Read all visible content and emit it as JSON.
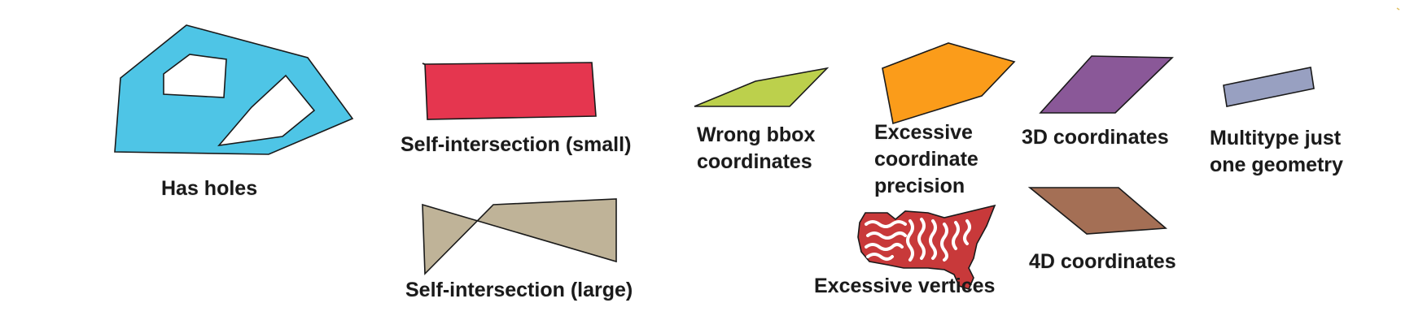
{
  "labels": {
    "has_holes": "Has holes",
    "self_intersection_small": "Self-intersection (small)",
    "self_intersection_large": "Self-intersection (large)",
    "wrong_bbox_line1": "Wrong bbox",
    "wrong_bbox_line2": "coordinates",
    "excessive_precision_line1": "Excessive",
    "excessive_precision_line2": "coordinate",
    "excessive_precision_line3": "precision",
    "excessive_vertices": "Excessive vertices",
    "coords_3d": "3D coordinates",
    "coords_4d": "4D coordinates",
    "multitype_line1": "Multitype just",
    "multitype_line2": "one geometry"
  },
  "colors": {
    "has_holes": "#4ec5e6",
    "self_intersection_small": "#e5364f",
    "self_intersection_large": "#bfb398",
    "wrong_bbox": "#bcd04c",
    "excessive_precision": "#fb9c1a",
    "excessive_vertices": "#c8393a",
    "coords_3d": "#8a5898",
    "coords_4d": "#a46f55",
    "multitype": "#98a0c1",
    "stroke": "#1a1a1a"
  }
}
